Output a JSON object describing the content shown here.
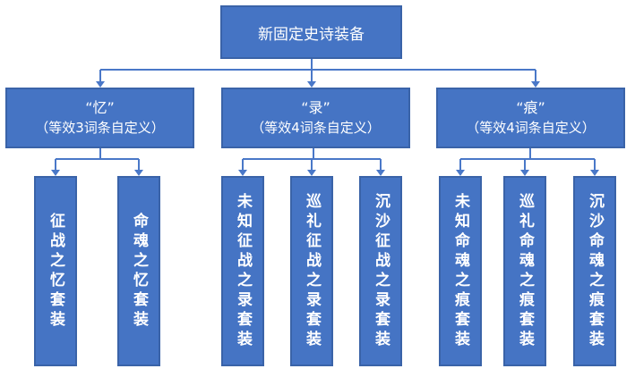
{
  "root": {
    "label": "新固定史诗装备"
  },
  "groups": [
    {
      "title": "“忆”",
      "subtitle": "（等效3词条自定义）",
      "items": [
        "征战之忆套装",
        "命魂之忆套装"
      ]
    },
    {
      "title": "“录”",
      "subtitle": "（等效4词条自定义）",
      "items": [
        "未知征战之录套装",
        "巡礼征战之录套装",
        "沉沙征战之录套装"
      ]
    },
    {
      "title": "“痕”",
      "subtitle": "（等效4词条自定义）",
      "items": [
        "未知命魂之痕套装",
        "巡礼命魂之痕套装",
        "沉沙命魂之痕套装"
      ]
    }
  ],
  "colors": {
    "box_fill": "#4574c4",
    "box_border": "#3a63a8",
    "connector": "#4a78c8",
    "text": "#ffffff"
  }
}
